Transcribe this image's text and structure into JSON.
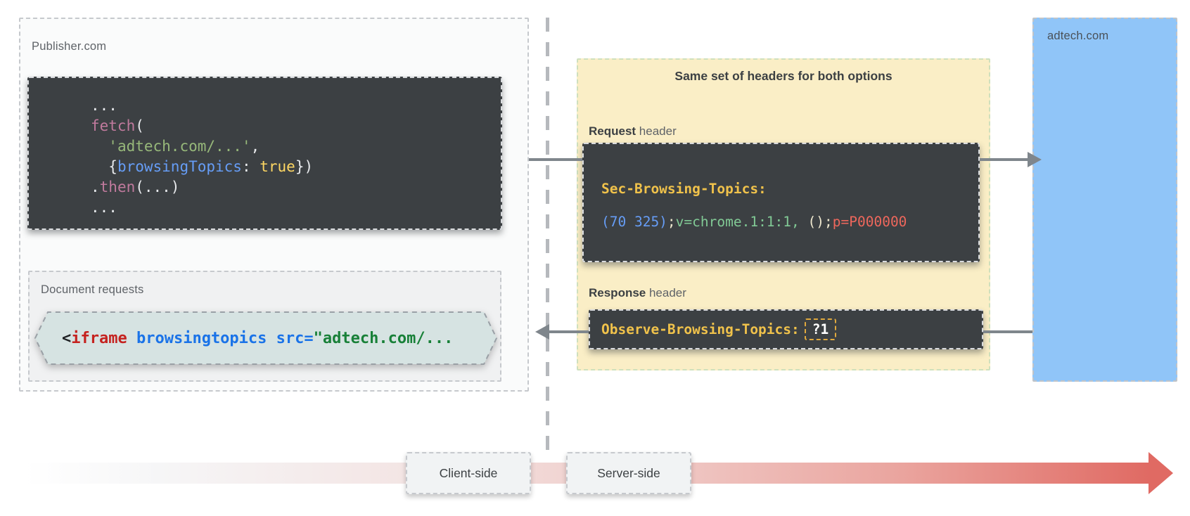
{
  "colors": {
    "dark_code_bg": "#3c4043",
    "headers_panel_bg": "#faeec6",
    "adtech_blue": "#90c5f8",
    "hexagon_fill": "#d6e3e2",
    "connector_gray": "#7f868c",
    "timeline_red": "#e06a63",
    "header_name_yellow": "#f0c24b"
  },
  "publisher": {
    "title": "Publisher.com",
    "fetch_code": [
      [
        [
          "plain",
          "..."
        ]
      ],
      [
        [
          "pink",
          "fetch"
        ],
        [
          "plain",
          "("
        ]
      ],
      [
        [
          "plain",
          "  "
        ],
        [
          "green",
          "'adtech.com/...'"
        ],
        [
          "plain",
          ","
        ]
      ],
      [
        [
          "plain",
          "  {"
        ],
        [
          "blue",
          "browsingTopics"
        ],
        [
          "plain",
          ": "
        ],
        [
          "yellow",
          "true"
        ],
        [
          "plain",
          "})"
        ]
      ],
      [
        [
          "plain",
          "."
        ],
        [
          "pink",
          "then"
        ],
        [
          "plain",
          "(...)"
        ]
      ],
      [
        [
          "plain",
          "..."
        ]
      ]
    ],
    "document_requests": {
      "label": "Document requests",
      "iframe_code": [
        [
          [
            "dark",
            "<"
          ],
          [
            "red2",
            "iframe"
          ],
          [
            "blue2",
            " browsingtopics "
          ],
          [
            "blue2",
            "src="
          ],
          [
            "green2",
            "\"adtech.com/..."
          ]
        ]
      ]
    }
  },
  "headers_panel": {
    "banner": "Same set of headers for both options",
    "request": {
      "label_bold": "Request",
      "label_rest": " header",
      "code": [
        [
          [
            "hdrYellow",
            "Sec-Browsing-Topics:"
          ]
        ],
        [
          [
            "blue",
            "(70 325)"
          ],
          [
            "cream",
            ";"
          ],
          [
            "mint",
            "v=chrome.1:1:1,"
          ],
          [
            "plain",
            " "
          ],
          [
            "cream",
            "();"
          ],
          [
            "red",
            "p=P000000"
          ]
        ]
      ]
    },
    "response": {
      "label_bold": "Response",
      "label_rest": " header",
      "header_name": "Observe-Browsing-Topics:",
      "chip_value": "?1"
    }
  },
  "adtech": {
    "title": "adtech.com"
  },
  "timeline": {
    "client_label": "Client-side",
    "server_label": "Server-side"
  }
}
